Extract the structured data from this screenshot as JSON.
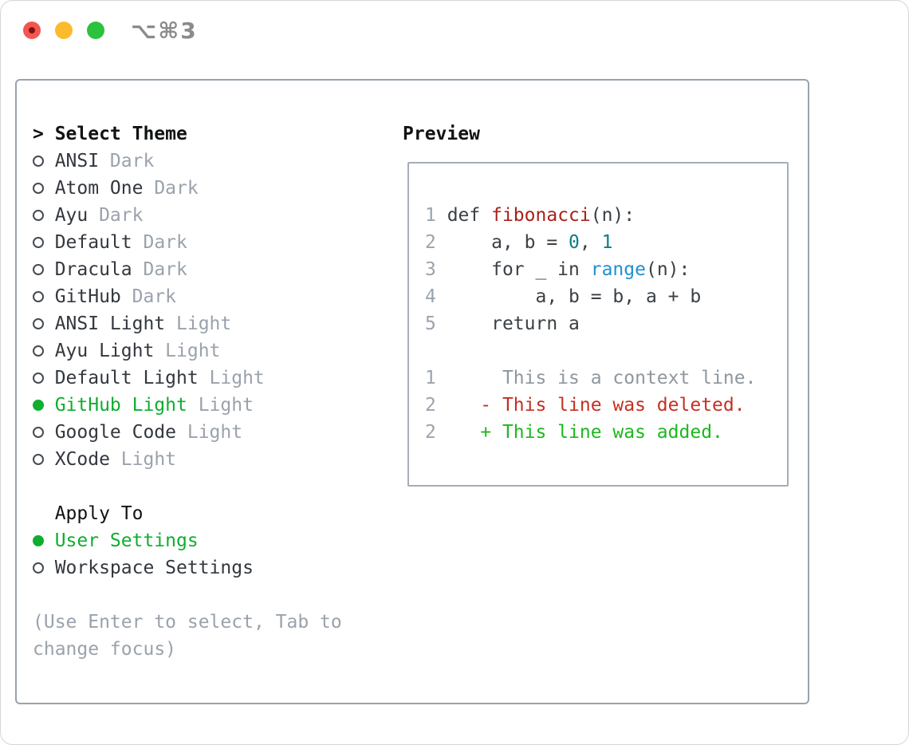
{
  "window": {
    "title_shortcut": "⌥⌘3"
  },
  "colors": {
    "accent_green": "#0fae2f",
    "diff_added_green": "#1cb81d",
    "diff_deleted_red": "#c43022",
    "function_red": "#a8221a",
    "number_teal": "#0d7d88",
    "builtin_blue": "#2090cf",
    "muted_gray": "#9aa2ac",
    "traffic_red": "#f4564f",
    "traffic_yellow": "#fcbb2d",
    "traffic_green": "#2bc23e"
  },
  "left": {
    "caret": ">",
    "title": "Select Theme",
    "themes": [
      {
        "name": "ANSI",
        "variant": "Dark",
        "selected": false
      },
      {
        "name": "Atom One",
        "variant": "Dark",
        "selected": false
      },
      {
        "name": "Ayu",
        "variant": "Dark",
        "selected": false
      },
      {
        "name": "Default",
        "variant": "Dark",
        "selected": false
      },
      {
        "name": "Dracula",
        "variant": "Dark",
        "selected": false
      },
      {
        "name": "GitHub",
        "variant": "Dark",
        "selected": false
      },
      {
        "name": "ANSI Light",
        "variant": "Light",
        "selected": false
      },
      {
        "name": "Ayu Light",
        "variant": "Light",
        "selected": false
      },
      {
        "name": "Default Light",
        "variant": "Light",
        "selected": false
      },
      {
        "name": "GitHub Light",
        "variant": "Light",
        "selected": true
      },
      {
        "name": "Google Code",
        "variant": "Light",
        "selected": false
      },
      {
        "name": "XCode",
        "variant": "Light",
        "selected": false
      }
    ],
    "apply_title": "Apply To",
    "apply_options": [
      {
        "name": "User Settings",
        "selected": true
      },
      {
        "name": "Workspace Settings",
        "selected": false
      }
    ],
    "hint_line1": "(Use Enter to select, Tab to",
    "hint_line2": "change focus)"
  },
  "preview": {
    "title": "Preview",
    "code": [
      {
        "num": "1",
        "s0": " def ",
        "s1": "fibonacci",
        "s2": "(n):"
      },
      {
        "num": "2",
        "s0": "     a, b = ",
        "s1": "0",
        "s2": ", ",
        "s3": "1"
      },
      {
        "num": "3",
        "s0": "     for _ in ",
        "s1": "range",
        "s2": "(n):"
      },
      {
        "num": "4",
        "s0": "         a, b = b, a + b"
      },
      {
        "num": "5",
        "s0": "     return a"
      },
      {
        "num": "1",
        "s0": "      This is a context line."
      },
      {
        "num": "2",
        "s0": "    - This line was deleted."
      },
      {
        "num": "2",
        "s0": "    + This line was added."
      }
    ]
  }
}
